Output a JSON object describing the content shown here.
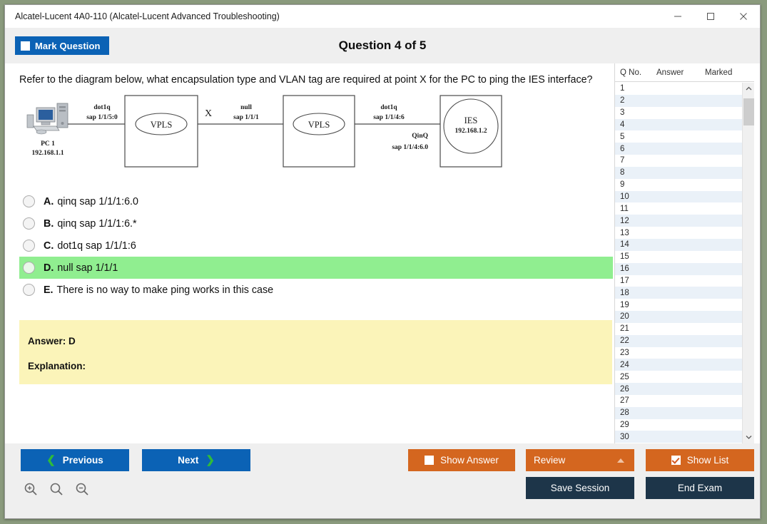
{
  "window": {
    "title": "Alcatel-Lucent 4A0-110 (Alcatel-Lucent Advanced Troubleshooting)",
    "minimize_label": "minimize-icon",
    "maximize_label": "maximize-icon",
    "close_label": "close-icon"
  },
  "header": {
    "mark_question_label": "Mark Question",
    "mark_question_checked": false,
    "question_title": "Question 4 of 5"
  },
  "question": {
    "text": "Refer to the diagram below, what encapsulation type and VLAN tag are required at point X for the PC to ping the IES interface?"
  },
  "diagram": {
    "pc_name": "PC 1",
    "pc_ip": "192.168.1.1",
    "link1_enc": "dot1q",
    "link1_sap": "sap 1/1/5:0",
    "node1": "VPLS",
    "point_x": "X",
    "link2_enc": "null",
    "link2_sap": "sap 1/1/1",
    "node2": "VPLS",
    "link3_enc": "dot1q",
    "link3_sap": "sap 1/1/4:6",
    "link4_enc": "QinQ",
    "link4_sap": "sap 1/1/4:6.0",
    "node3": "IES",
    "node3_ip": "192.168.1.2"
  },
  "options": [
    {
      "letter": "A.",
      "text": "qinq sap 1/1/1:6.0",
      "correct": false
    },
    {
      "letter": "B.",
      "text": "qinq sap 1/1/1:6.*",
      "correct": false
    },
    {
      "letter": "C.",
      "text": "dot1q sap 1/1/1:6",
      "correct": false
    },
    {
      "letter": "D.",
      "text": "null sap 1/1/1",
      "correct": true
    },
    {
      "letter": "E.",
      "text": "There is no way to make ping works in this case",
      "correct": false
    }
  ],
  "answer_panel": {
    "answer_label": "Answer: D",
    "explanation_label": "Explanation:"
  },
  "qlist": {
    "columns": [
      "Q No.",
      "Answer",
      "Marked"
    ],
    "rows": [
      {
        "no": "1",
        "answer": "",
        "marked": ""
      },
      {
        "no": "2",
        "answer": "",
        "marked": ""
      },
      {
        "no": "3",
        "answer": "",
        "marked": ""
      },
      {
        "no": "4",
        "answer": "",
        "marked": ""
      },
      {
        "no": "5",
        "answer": "",
        "marked": ""
      },
      {
        "no": "6",
        "answer": "",
        "marked": ""
      },
      {
        "no": "7",
        "answer": "",
        "marked": ""
      },
      {
        "no": "8",
        "answer": "",
        "marked": ""
      },
      {
        "no": "9",
        "answer": "",
        "marked": ""
      },
      {
        "no": "10",
        "answer": "",
        "marked": ""
      },
      {
        "no": "11",
        "answer": "",
        "marked": ""
      },
      {
        "no": "12",
        "answer": "",
        "marked": ""
      },
      {
        "no": "13",
        "answer": "",
        "marked": ""
      },
      {
        "no": "14",
        "answer": "",
        "marked": ""
      },
      {
        "no": "15",
        "answer": "",
        "marked": ""
      },
      {
        "no": "16",
        "answer": "",
        "marked": ""
      },
      {
        "no": "17",
        "answer": "",
        "marked": ""
      },
      {
        "no": "18",
        "answer": "",
        "marked": ""
      },
      {
        "no": "19",
        "answer": "",
        "marked": ""
      },
      {
        "no": "20",
        "answer": "",
        "marked": ""
      },
      {
        "no": "21",
        "answer": "",
        "marked": ""
      },
      {
        "no": "22",
        "answer": "",
        "marked": ""
      },
      {
        "no": "23",
        "answer": "",
        "marked": ""
      },
      {
        "no": "24",
        "answer": "",
        "marked": ""
      },
      {
        "no": "25",
        "answer": "",
        "marked": ""
      },
      {
        "no": "26",
        "answer": "",
        "marked": ""
      },
      {
        "no": "27",
        "answer": "",
        "marked": ""
      },
      {
        "no": "28",
        "answer": "",
        "marked": ""
      },
      {
        "no": "29",
        "answer": "",
        "marked": ""
      },
      {
        "no": "30",
        "answer": "",
        "marked": ""
      }
    ]
  },
  "bottom": {
    "previous_label": "Previous",
    "next_label": "Next",
    "show_answer_label": "Show Answer",
    "show_answer_checked": false,
    "review_label": "Review",
    "show_list_label": "Show List",
    "show_list_checked": true,
    "save_session_label": "Save Session",
    "end_exam_label": "End Exam",
    "zoom_in_icon": "zoom-in-icon",
    "zoom_reset_icon": "zoom-reset-icon",
    "zoom_out_icon": "zoom-out-icon"
  },
  "colors": {
    "primary_blue": "#0b62b5",
    "orange": "#d4661f",
    "dark_navy": "#1d3549",
    "correct_green": "#90ee90",
    "answer_yellow": "#fbf4b9",
    "chevron_green": "#2fbb3a"
  }
}
